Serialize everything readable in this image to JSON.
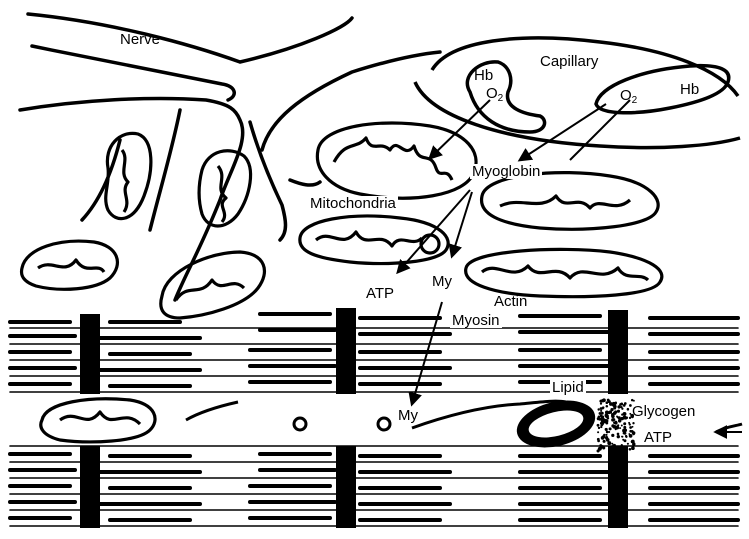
{
  "labels": {
    "nerve": "Nerve",
    "capillary": "Capillary",
    "hb_left": "Hb",
    "hb_right": "Hb",
    "o2_left": "O",
    "o2_left_sub": "2",
    "o2_right": "O",
    "o2_right_sub": "2",
    "myoglobin": "Myoglobin",
    "mitochondria": "Mitochondria",
    "atp_top": "ATP",
    "my_top": "My",
    "actin": "Actin",
    "myosin": "Myosin",
    "lipid": "Lipid",
    "glycogen": "Glycogen",
    "atp_right": "ATP",
    "my_bottom": "My"
  },
  "colors": {
    "ink": "#000000",
    "paper": "#ffffff"
  }
}
